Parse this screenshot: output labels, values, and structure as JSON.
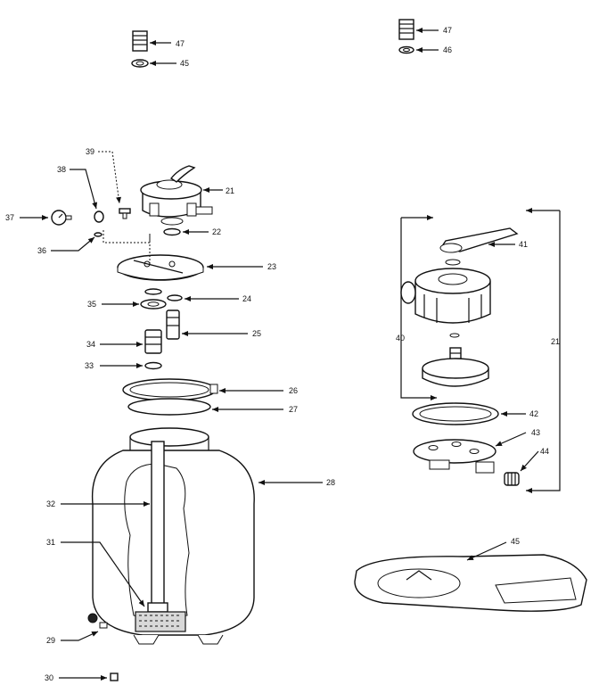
{
  "callouts": {
    "c21a": "21",
    "c21b": "21",
    "c22": "22",
    "c23": "23",
    "c24": "24",
    "c25": "25",
    "c26": "26",
    "c27": "27",
    "c28": "28",
    "c29": "29",
    "c30": "30",
    "c31": "31",
    "c32": "32",
    "c33": "33",
    "c34": "34",
    "c35": "35",
    "c36": "36",
    "c37": "37",
    "c38": "38",
    "c39": "39",
    "c40": "40",
    "c41": "41",
    "c42": "42",
    "c43": "43",
    "c44": "44",
    "c45a": "45",
    "c45b": "45",
    "c46": "46",
    "c47a": "47",
    "c47b": "47"
  }
}
